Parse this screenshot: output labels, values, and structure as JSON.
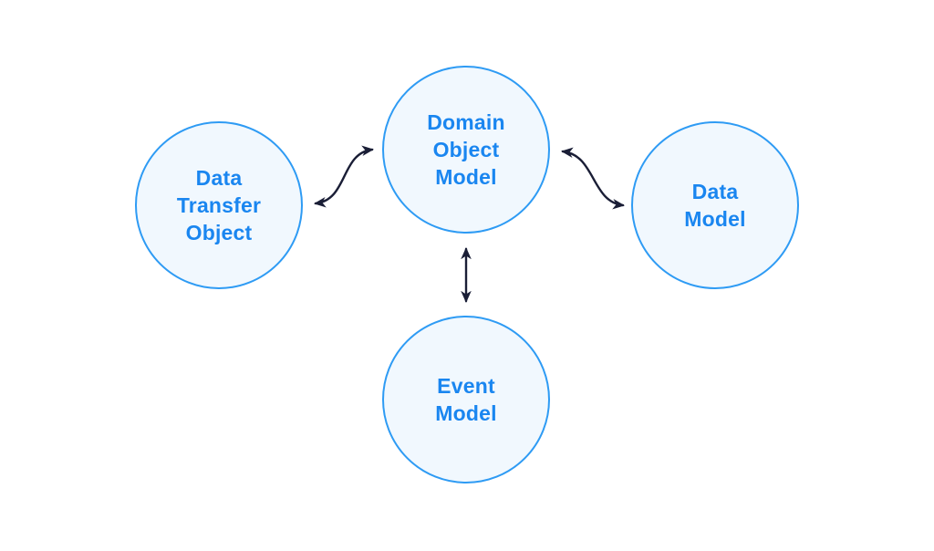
{
  "diagram": {
    "nodes": [
      {
        "id": "data-transfer-object",
        "label": "Data\nTransfer\nObject"
      },
      {
        "id": "domain-object-model",
        "label": "Domain\nObject\nModel"
      },
      {
        "id": "data-model",
        "label": "Data\nModel"
      },
      {
        "id": "event-model",
        "label": "Event\nModel"
      }
    ],
    "edges": [
      {
        "from": "data-transfer-object",
        "to": "domain-object-model",
        "style": "bidirectional-curved"
      },
      {
        "from": "domain-object-model",
        "to": "data-model",
        "style": "bidirectional-curved"
      },
      {
        "from": "domain-object-model",
        "to": "event-model",
        "style": "bidirectional-straight"
      }
    ],
    "colors": {
      "node_border": "#2e9bf4",
      "node_fill": "#f1f8fe",
      "node_text": "#1a86f0",
      "arrow": "#1a1e36",
      "background": "#ffffff"
    }
  }
}
